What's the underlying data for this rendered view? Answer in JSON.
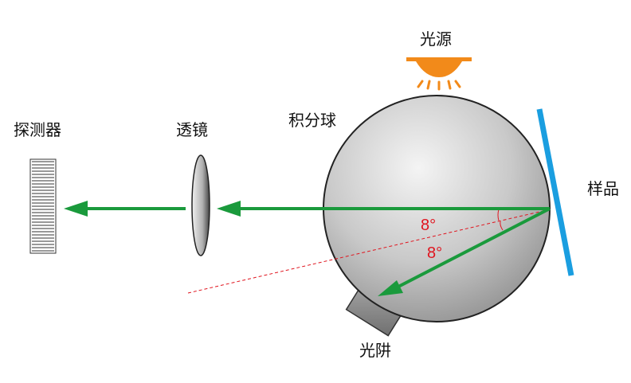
{
  "labels": {
    "light_source": "光源",
    "integrating_sphere": "积分球",
    "detector": "探测器",
    "lens": "透镜",
    "sample": "样品",
    "light_trap": "光阱",
    "angle_upper": "8°",
    "angle_lower": "8°"
  },
  "colors": {
    "beam": "#1a9a3c",
    "sample": "#1a9ee0",
    "angle_text": "#e0141e",
    "dashed_line": "#e0141e",
    "lamp": "#f28a1a"
  }
}
